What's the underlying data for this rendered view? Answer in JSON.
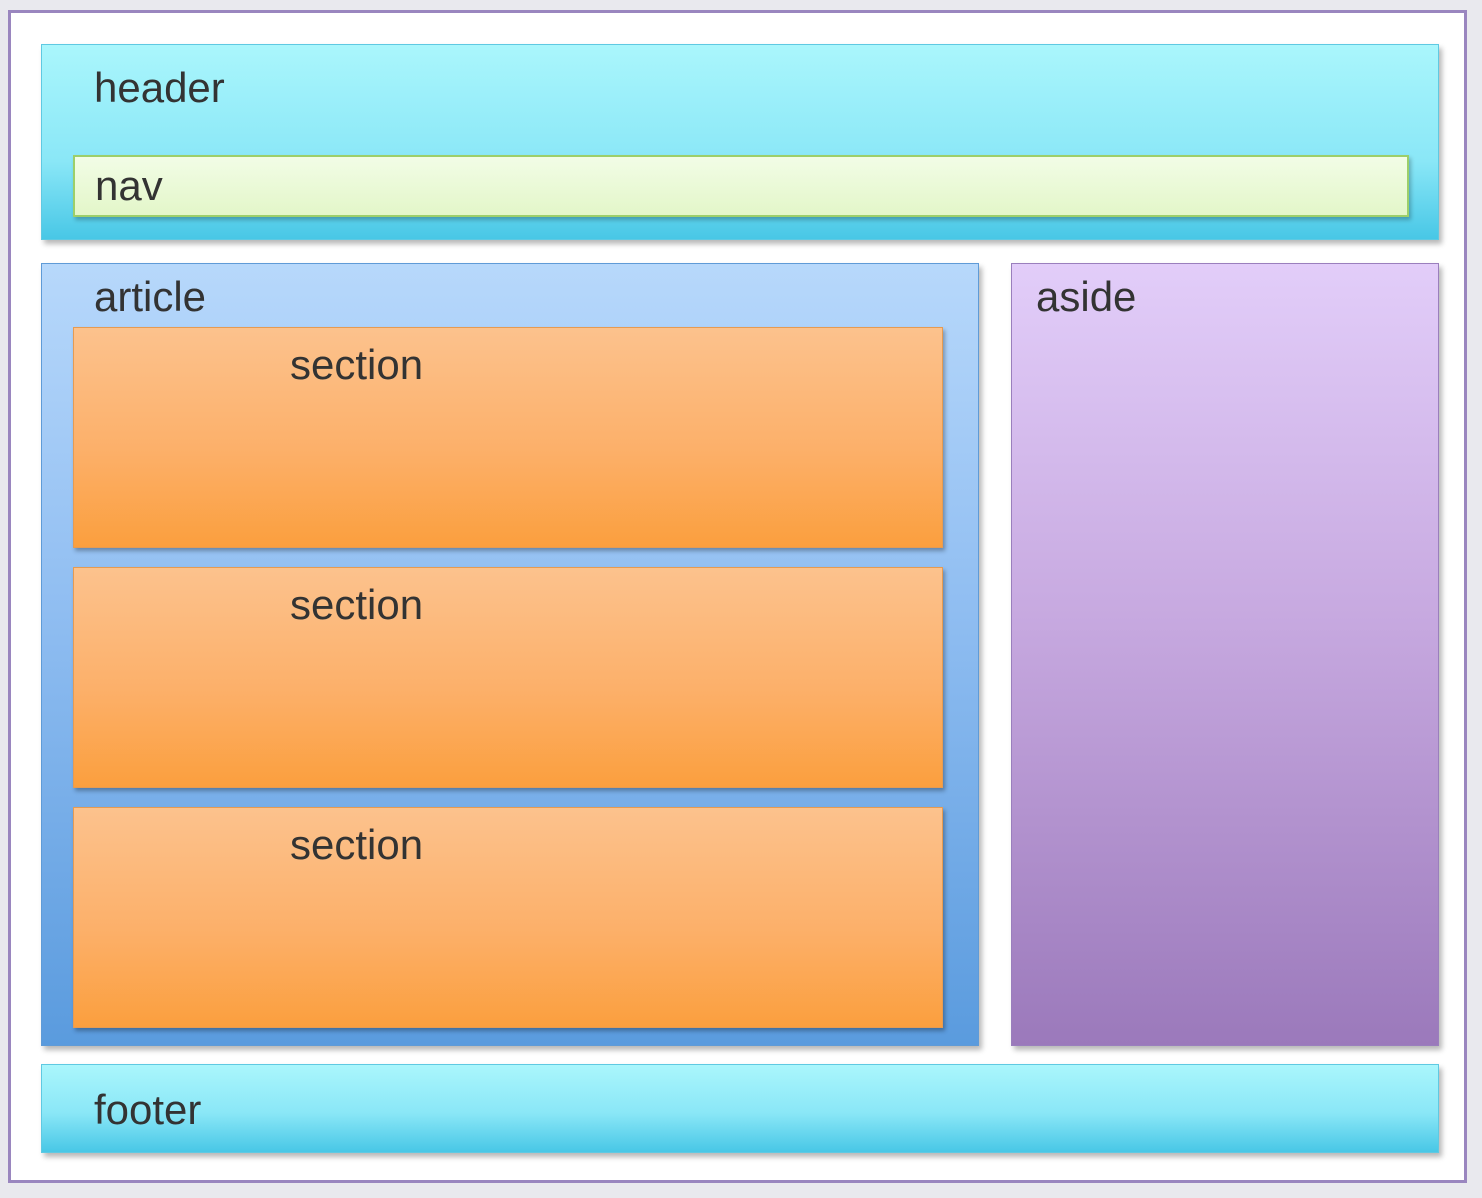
{
  "colors": {
    "header": "#8ae7f7",
    "nav": "#e3f6c9",
    "article": "#8fbdf1",
    "section": "#fcb06a",
    "aside": "#c7a9e0",
    "footer": "#8ae7f7",
    "frame_border": "#9a86bf"
  },
  "layout": {
    "header": {
      "label": "header"
    },
    "nav": {
      "label": "nav"
    },
    "article": {
      "label": "article",
      "sections": [
        {
          "label": "section"
        },
        {
          "label": "section"
        },
        {
          "label": "section"
        }
      ]
    },
    "aside": {
      "label": "aside"
    },
    "footer": {
      "label": "footer"
    }
  }
}
